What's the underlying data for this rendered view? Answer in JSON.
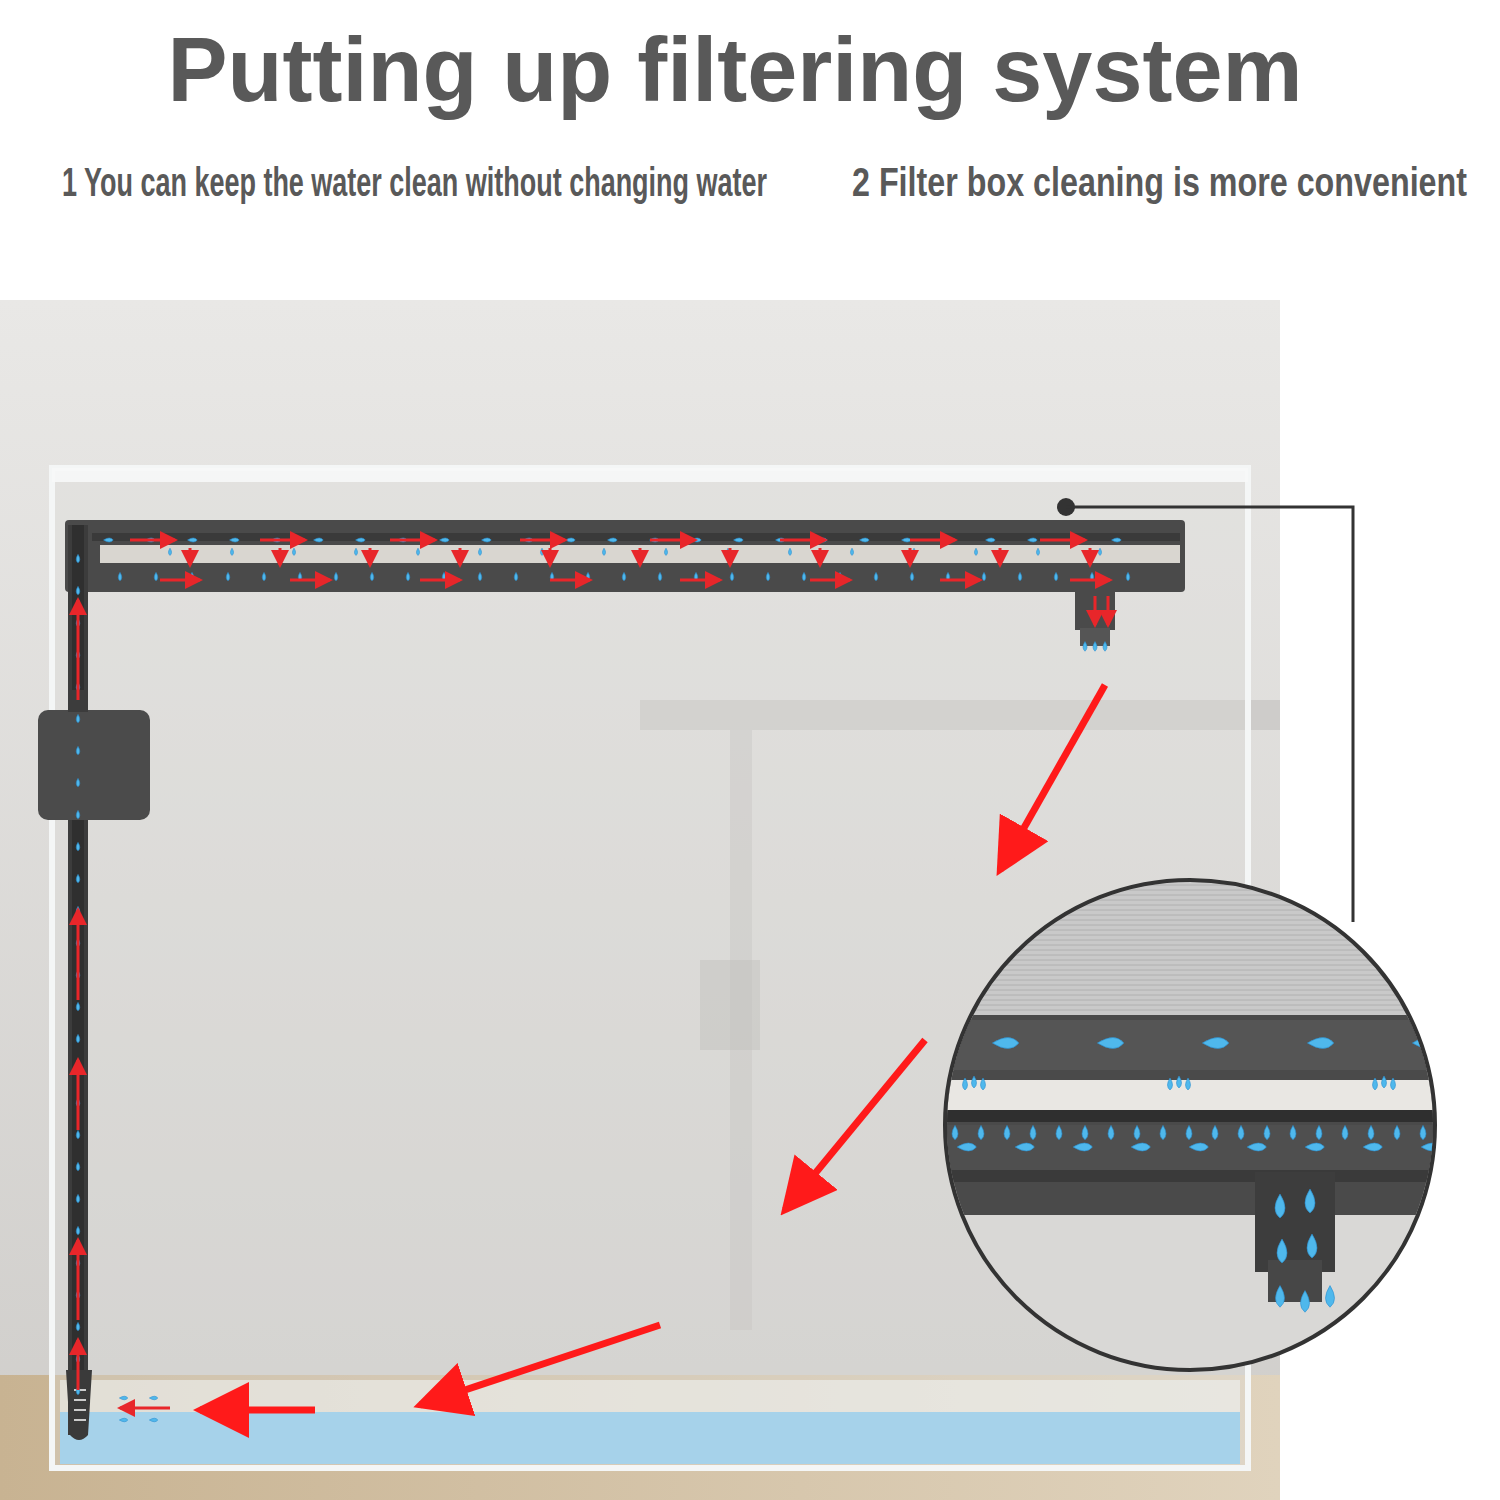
{
  "diagram": {
    "title": "Putting up filtering system",
    "labels": [
      "1 You can keep the water clean without changing water",
      "2 Filter box cleaning is more convenient"
    ]
  }
}
